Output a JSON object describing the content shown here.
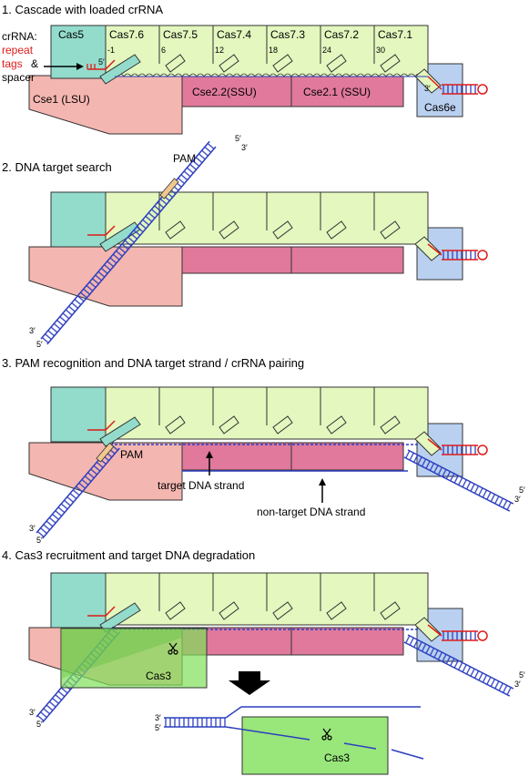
{
  "colors": {
    "cas5": "#93dccc",
    "cas7": "#e3f7be",
    "lsu": "#f4b6b0",
    "ssu": "#e0799c",
    "cas6e": "#b9d0f0",
    "cas3": "#7fe05a",
    "dna": "#2c3fbf",
    "crrna_tag": "#e01a1a",
    "outline": "#333333"
  },
  "panels": {
    "p1": {
      "heading": "1. Cascade with loaded crRNA",
      "crrna_label": "crRNA:",
      "repeat_label": "repeat",
      "tags_label": "tags",
      "amp": "&",
      "spacer_label": "spacer",
      "five_prime": "5′",
      "three_prime": "3′"
    },
    "p2": {
      "heading": "2. DNA target search",
      "pam_label": "PAM",
      "five_prime_top": "5′",
      "three_prime_top": "3′",
      "three_prime_bottom": "3′",
      "five_prime_bottom": "5′"
    },
    "p3": {
      "heading": "3. PAM recognition and DNA target strand / crRNA pairing",
      "pam_label": "PAM",
      "target_strand_label": "target DNA strand",
      "nontarget_strand_label": "non-target DNA strand",
      "five_prime_right": "5′",
      "three_prime_right": "3′",
      "three_prime_left": "3′",
      "five_prime_left": "5′"
    },
    "p4": {
      "heading": "4. Cas3 recruitment and target DNA degradation",
      "cas3_label": "Cas3",
      "cas3_detail_label": "Cas3",
      "five_prime_right": "5′",
      "three_prime_right": "3′",
      "three_prime_left": "3′",
      "five_prime_left": "5′",
      "detail_three_prime": "3′",
      "detail_five_prime": "5′"
    }
  },
  "proteins": {
    "cas5": "Cas5",
    "cas7": [
      "Cas7.6",
      "Cas7.5",
      "Cas7.4",
      "Cas7.3",
      "Cas7.2",
      "Cas7.1"
    ],
    "lsu": "Cse1 (LSU)",
    "ssu": [
      "Cse2.2(SSU)",
      "Cse2.1 (SSU)"
    ],
    "cas6e": "Cas6e"
  },
  "positions": [
    "-1",
    "6",
    "12",
    "18",
    "24",
    "30"
  ]
}
